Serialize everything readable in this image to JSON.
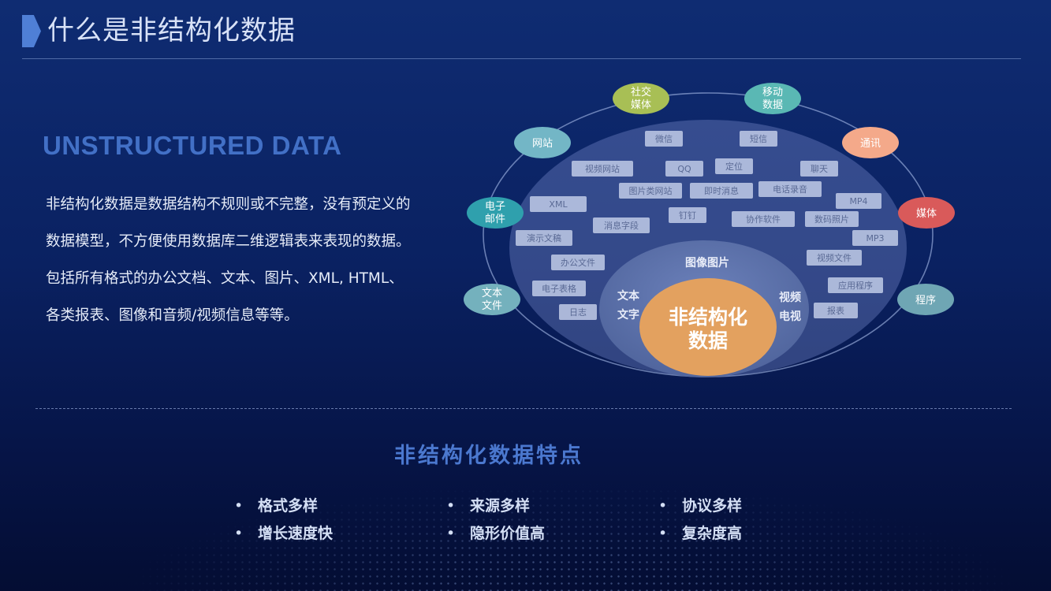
{
  "header": {
    "title": "什么是非结构化数据"
  },
  "intro": {
    "english_title": "UNSTRUCTURED DATA",
    "description": "非结构化数据是数据结构不规则或不完整，没有预定义的数据模型，不方便使用数据库二维逻辑表来表现的数据。包括所有格式的办公文档、文本、图片、XML, HTML、各类报表、图像和音频/视频信息等等。"
  },
  "diagram": {
    "center_label_1": "非结构化",
    "center_label_2": "数据",
    "inner_top": "图像图片",
    "inner_left_1": "文本",
    "inner_left_2": "文字",
    "inner_right_1": "视频",
    "inner_right_2": "电视",
    "sources": [
      {
        "line1": "社交",
        "line2": "媒体",
        "color": "#a8bf55"
      },
      {
        "line1": "移动",
        "line2": "数据",
        "color": "#5ab8b4"
      },
      {
        "line1": "网站",
        "line2": "",
        "color": "#73b6c6"
      },
      {
        "line1": "通讯",
        "line2": "",
        "color": "#f4a98a"
      },
      {
        "line1": "电子",
        "line2": "邮件",
        "color": "#2fa0ad"
      },
      {
        "line1": "媒体",
        "line2": "",
        "color": "#d95a5a"
      },
      {
        "line1": "文本",
        "line2": "文件",
        "color": "#74b1bd"
      },
      {
        "line1": "程序",
        "line2": "",
        "color": "#6fa6b4"
      }
    ],
    "tags": [
      "微信",
      "短信",
      "视频网站",
      "QQ",
      "定位",
      "聊天",
      "图片类网站",
      "即时消息",
      "电话录音",
      "XML",
      "MP4",
      "钉钉",
      "消息字段",
      "协作软件",
      "数码照片",
      "演示文稿",
      "MP3",
      "办公文件",
      "视频文件",
      "电子表格",
      "应用程序",
      "日志",
      "报表"
    ]
  },
  "features": {
    "title": "非结构化数据特点",
    "items": [
      "格式多样",
      "来源多样",
      "协议多样",
      "增长速度快",
      "隐形价值高",
      "复杂度高"
    ]
  }
}
